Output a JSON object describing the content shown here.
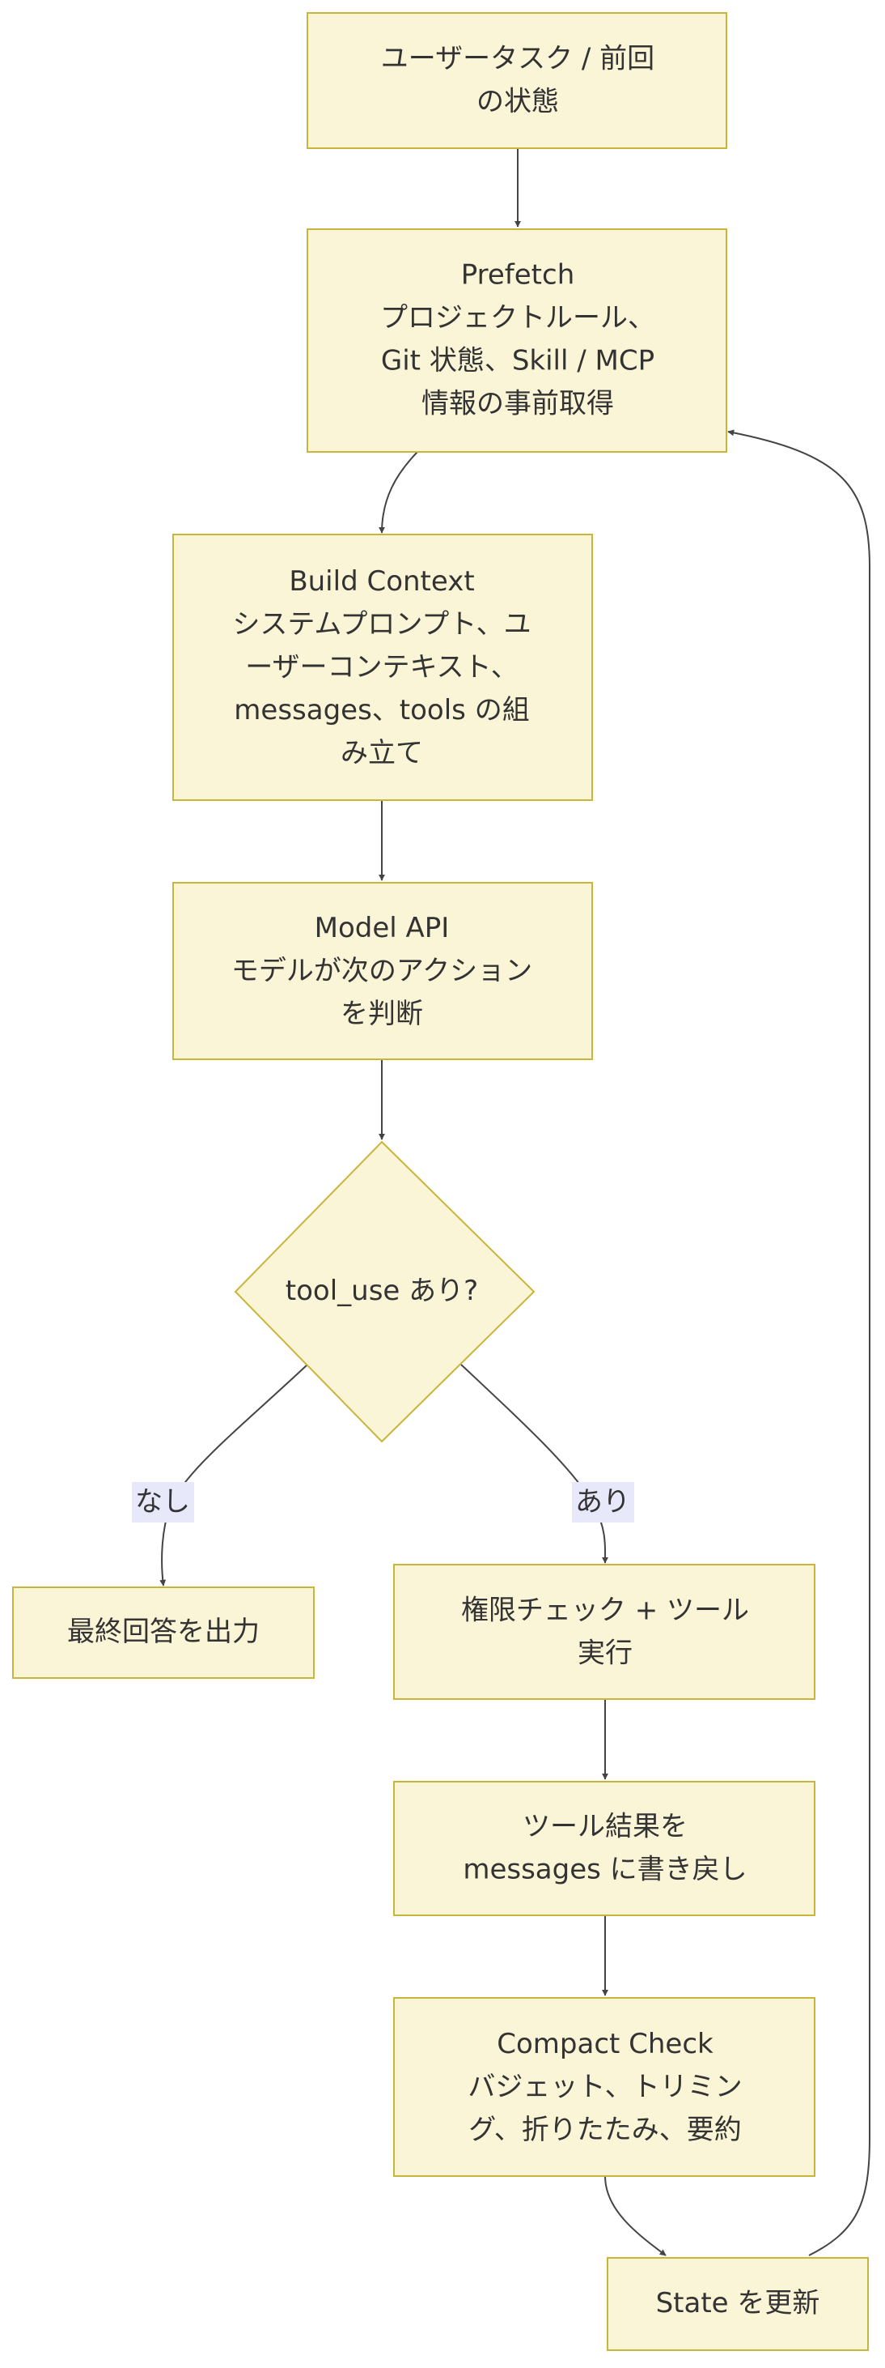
{
  "diagram": {
    "nodes": {
      "task": {
        "lines": [
          "ユーザータスク / 前回",
          "の状態"
        ]
      },
      "prefetch": {
        "lines": [
          "Prefetch",
          "プロジェクトルール、",
          "Git 状態、Skill / MCP",
          "情報の事前取得"
        ]
      },
      "build": {
        "lines": [
          "Build Context",
          "システムプロンプト、ユ",
          "ーザーコンテキスト、",
          "messages、tools の組",
          "み立て"
        ]
      },
      "model": {
        "lines": [
          "Model API",
          "モデルが次のアクション",
          "を判断"
        ]
      },
      "decision": {
        "lines": [
          "tool_use あり?"
        ]
      },
      "final": {
        "lines": [
          "最終回答を出力"
        ]
      },
      "exec": {
        "lines": [
          "権限チェック + ツール",
          "実行"
        ]
      },
      "result": {
        "lines": [
          "ツール結果を",
          "messages に書き戻し"
        ]
      },
      "compact": {
        "lines": [
          "Compact Check",
          "バジェット、トリミン",
          "グ、折りたたみ、要約"
        ]
      },
      "state": {
        "lines": [
          "State を更新"
        ]
      }
    },
    "edge_labels": {
      "no": "なし",
      "yes": "あり"
    },
    "colors": {
      "node_fill": "#fbf5d7",
      "node_stroke": "#c9b53a",
      "edge": "#444444",
      "label_bg": "#e8e8fb"
    }
  }
}
